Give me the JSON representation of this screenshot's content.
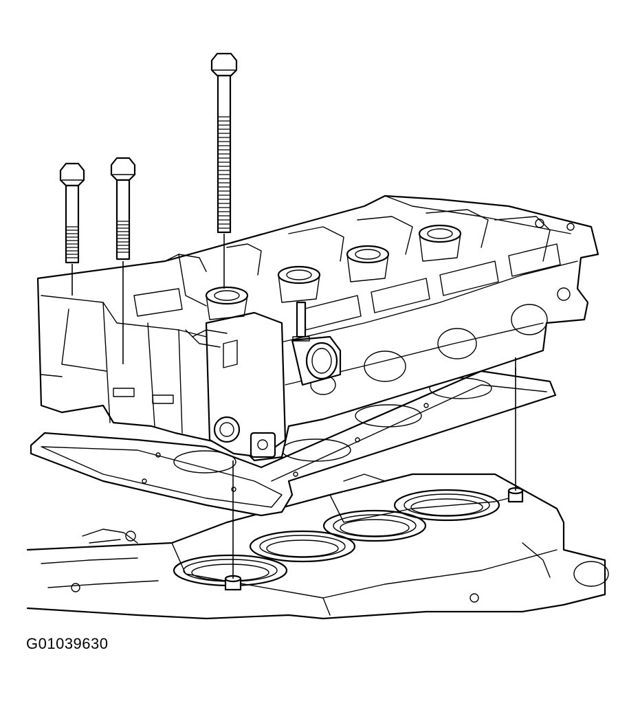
{
  "figure": {
    "id_label": "G01039630"
  },
  "colors": {
    "line": "#000000",
    "background": "#ffffff"
  },
  "parts": [
    "short-head-bolt-left",
    "short-head-bolt-middle",
    "long-head-bolt",
    "cylinder-head",
    "cylinder-head-gasket",
    "engine-block",
    "locating-dowel-front",
    "locating-dowel-rear"
  ]
}
